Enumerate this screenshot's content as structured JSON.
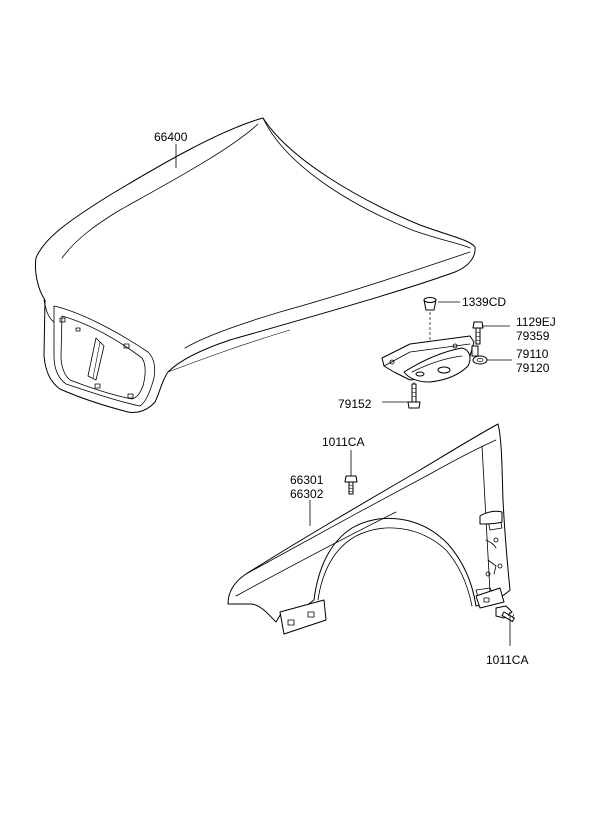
{
  "colors": {
    "line": "#000000",
    "background": "#ffffff"
  },
  "parts": {
    "hood": {
      "number": "66400"
    },
    "hood_bumper": {
      "number": "1339CD"
    },
    "hinge_bolt": {
      "numbers": [
        "1129EJ",
        "79359"
      ]
    },
    "hood_hinge": {
      "numbers": [
        "79110",
        "79120"
      ]
    },
    "hinge_mount_bolt": {
      "number": "79152"
    },
    "fender_bolt_top": {
      "number": "1011CA"
    },
    "fender": {
      "numbers": [
        "66301",
        "66302"
      ]
    },
    "fender_bolt_bottom": {
      "number": "1011CA"
    }
  }
}
